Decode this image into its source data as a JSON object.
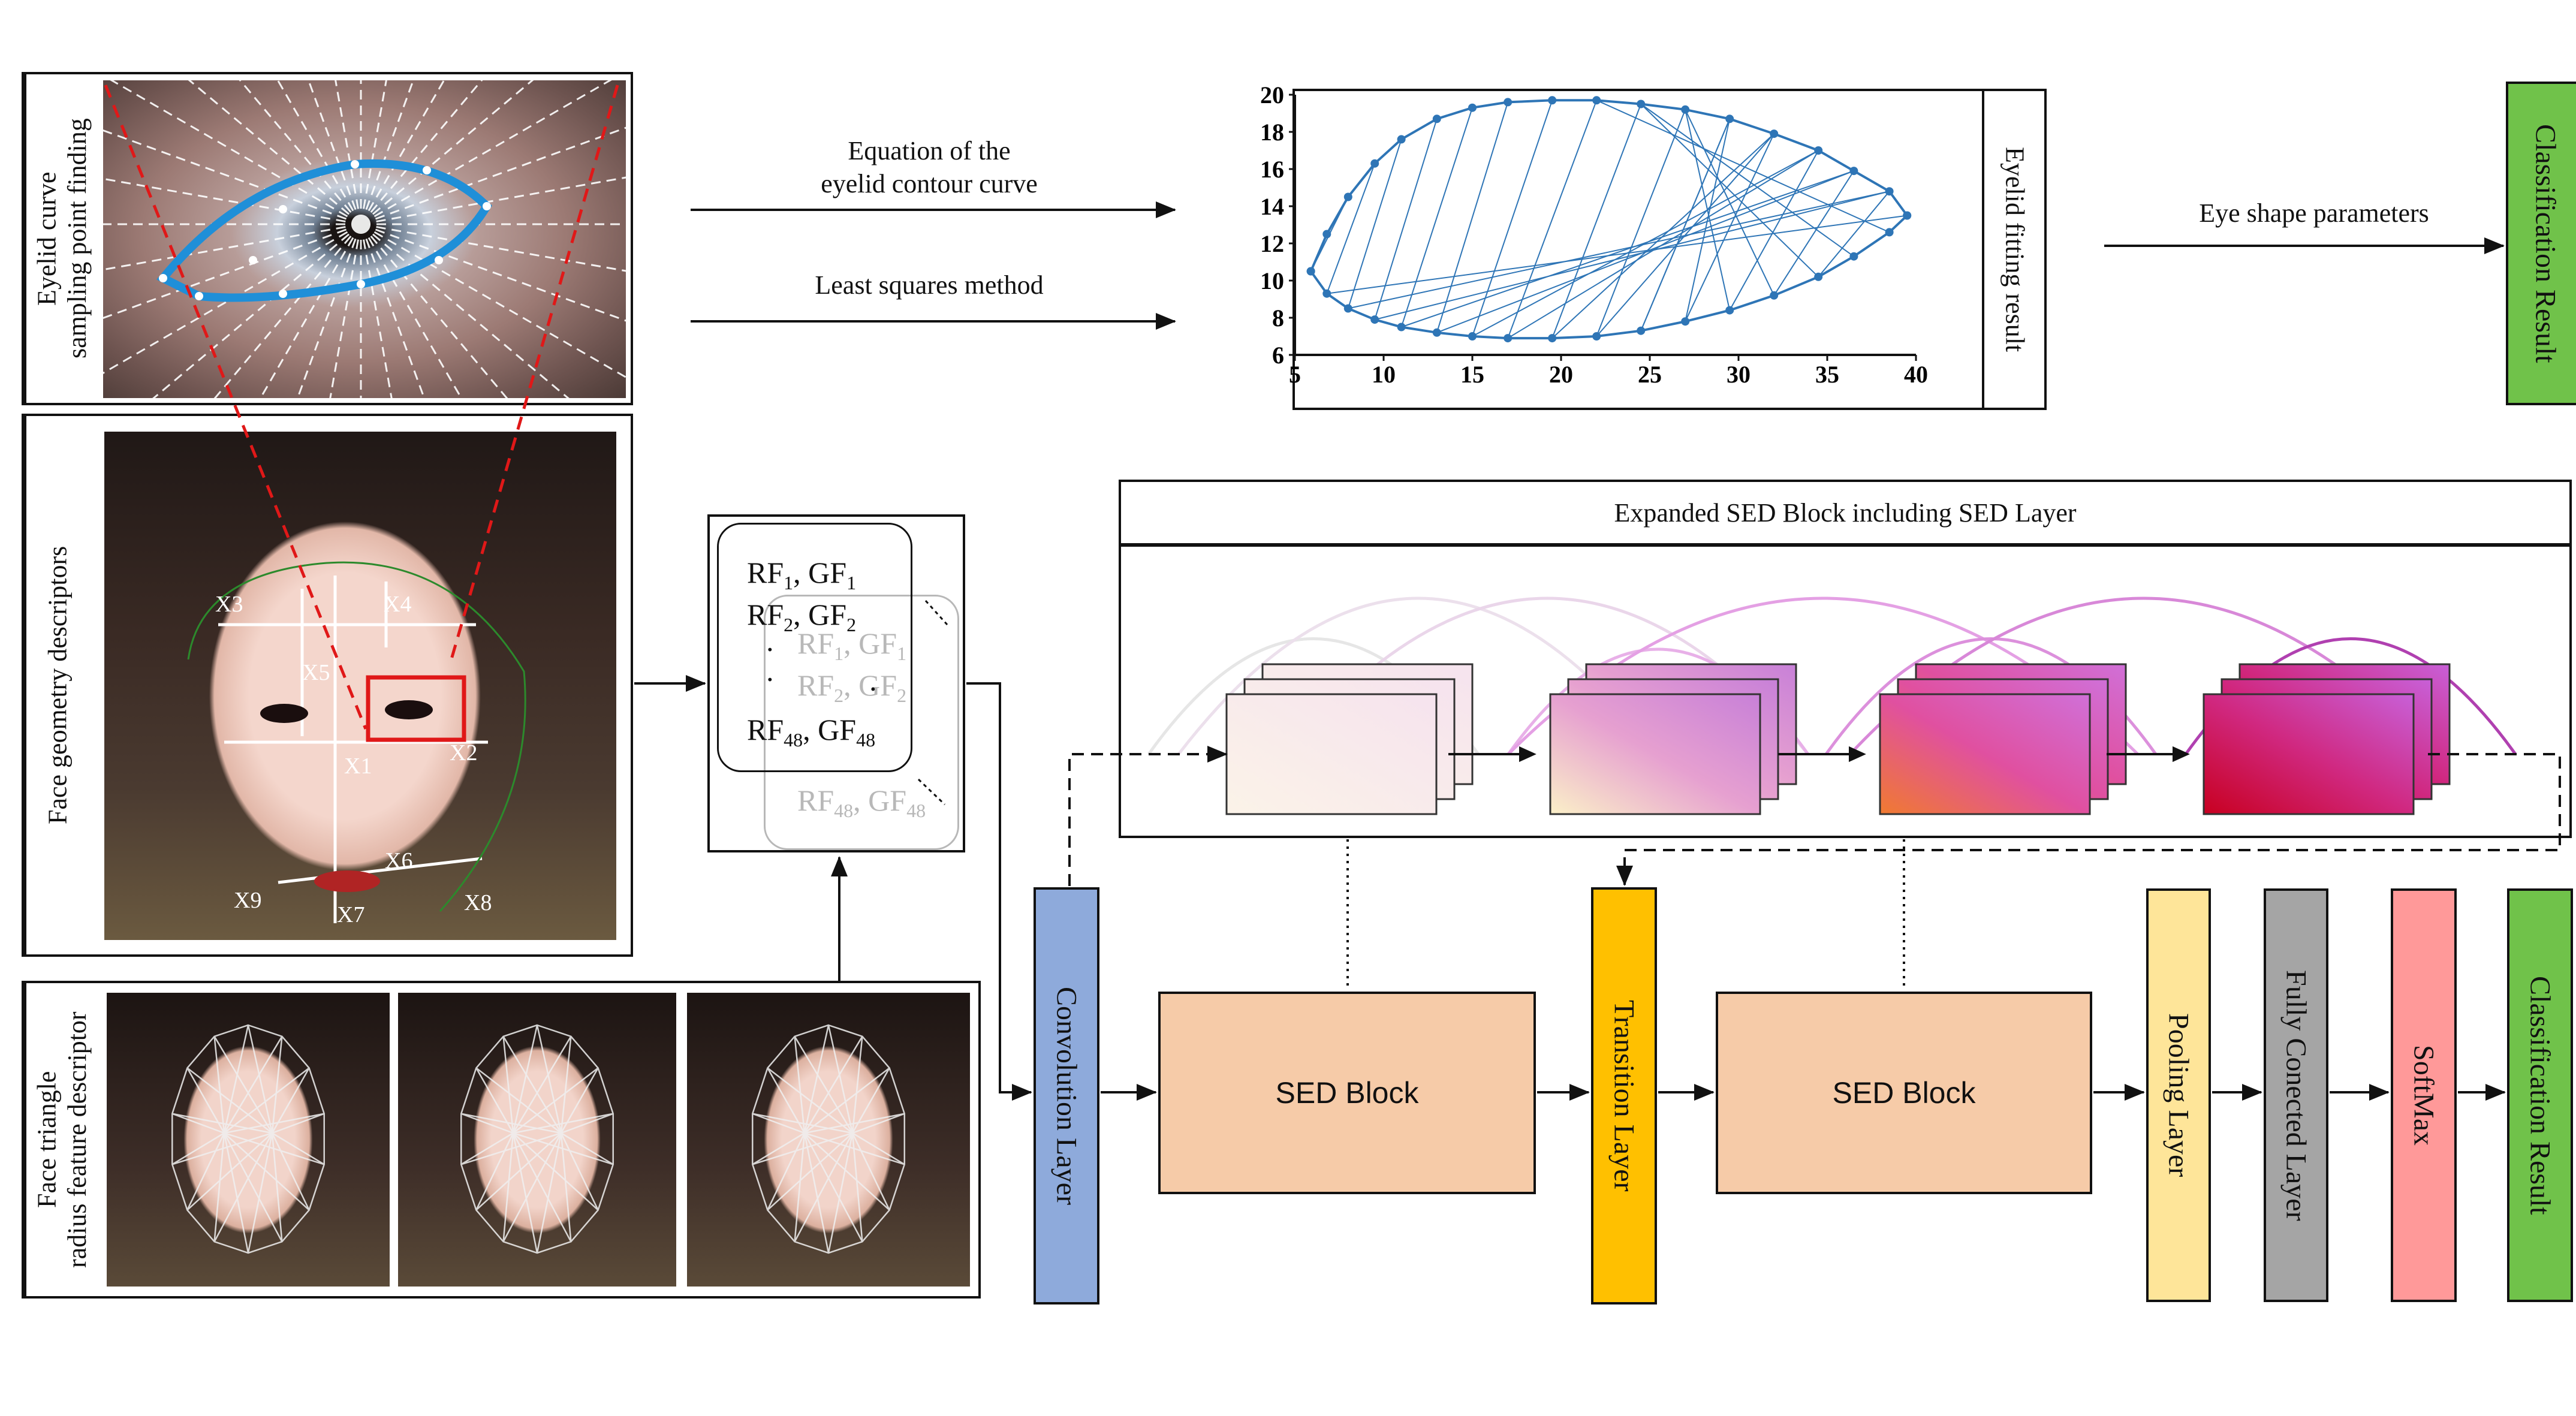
{
  "labels": {
    "eyelid_sampling": "Eyelid curve\nsampling point finding",
    "face_geometry": "Face geometry descriptors",
    "face_triangle": "Face triangle\nradius feature descriptor",
    "equation": "Equation of the\neyelid contour curve",
    "least_squares": "Least squares method",
    "eyelid_fitting": "Eyelid fitting result",
    "eye_shape_params": "Eye shape parameters",
    "classification_result_top": "Classification Result",
    "classification_result_bottom": "Classification Result",
    "expanded_sed": "Expanded SED Block including SED Layer"
  },
  "face_geometry_markers": [
    "X3",
    "X4",
    "X5",
    "X1",
    "X2",
    "X6",
    "X9",
    "X7",
    "X8"
  ],
  "descriptor_list": {
    "front": [
      {
        "rf": "RF",
        "rf_sub": "1",
        "gf": ", GF",
        "gf_sub": "1"
      },
      {
        "rf": "RF",
        "rf_sub": "2",
        "gf": ", GF",
        "gf_sub": "2"
      },
      {
        "rf": "RF",
        "rf_sub": "48",
        "gf": ", GF",
        "gf_sub": "48"
      }
    ],
    "back": [
      {
        "rf": "RF",
        "rf_sub": "1",
        "gf": ", GF",
        "gf_sub": "1"
      },
      {
        "rf": "RF",
        "rf_sub": "2",
        "gf": ", GF",
        "gf_sub": "2"
      },
      {
        "rf": "RF",
        "rf_sub": "48",
        "gf": ", GF",
        "gf_sub": "48"
      }
    ],
    "ellipsis": "·"
  },
  "pipeline": {
    "convolution": "Convolution Layer",
    "sed_block_1": "SED Block",
    "transition": "Transition Layer",
    "sed_block_2": "SED Block",
    "pooling": "Pooling Layer",
    "fully_connected": "Fully Conected Layer",
    "softmax": "SoftMax"
  },
  "colors": {
    "convolution": "#8eaadb",
    "sed_block": "#f6cba8",
    "transition": "#ffc000",
    "pooling": "#fee599",
    "fully_connected": "#a5a5a5",
    "softmax": "#ff9999",
    "classification": "#70c24a",
    "plot_line": "#2e75b6",
    "sampling_curve": "#1f8fd8"
  },
  "chart_data": {
    "type": "line",
    "title": "",
    "xlabel": "",
    "ylabel": "",
    "xlim": [
      5,
      40
    ],
    "ylim": [
      6,
      20
    ],
    "xticks": [
      5,
      10,
      15,
      20,
      25,
      30,
      35,
      40
    ],
    "yticks": [
      6,
      8,
      10,
      12,
      14,
      16,
      18,
      20
    ],
    "grid": false,
    "series": [
      {
        "x": [
          5.9,
          6.8,
          8.0,
          9.5,
          11.0,
          13.0,
          15.0,
          17.0,
          19.5,
          22.0,
          24.5,
          27.0,
          29.5,
          32.0,
          34.5,
          36.5,
          38.5,
          39.5
        ],
        "y": [
          10.5,
          12.5,
          14.5,
          16.3,
          17.6,
          18.7,
          19.3,
          19.6,
          19.7,
          19.7,
          19.5,
          19.2,
          18.7,
          17.9,
          17.0,
          15.9,
          14.8,
          13.5
        ]
      },
      {
        "x": [
          5.9,
          6.8,
          8.0,
          9.5,
          11.0,
          13.0,
          15.0,
          17.0,
          19.5,
          22.0,
          24.5,
          27.0,
          29.5,
          32.0,
          34.5,
          36.5,
          38.5,
          39.5
        ],
        "y": [
          10.5,
          9.3,
          8.5,
          7.9,
          7.5,
          7.2,
          7.0,
          6.9,
          6.9,
          7.0,
          7.3,
          7.8,
          8.4,
          9.2,
          10.2,
          11.3,
          12.6,
          13.5
        ]
      }
    ]
  }
}
